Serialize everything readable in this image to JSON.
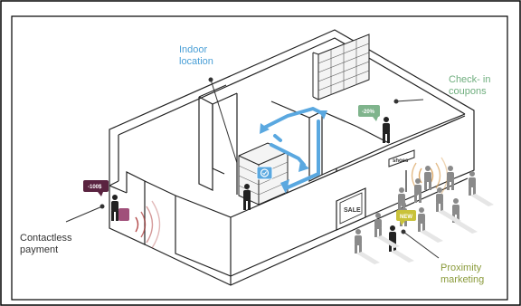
{
  "labels": {
    "indoor_location": "Indoor\nlocation",
    "checkin_coupons": "Check- in\ncoupons",
    "contactless_payment": "Contactless\npayment",
    "proximity_marketing": "Proximity\nmarketing"
  },
  "tags": {
    "payment": "-100$",
    "coupon": "-20%",
    "new": "NEW"
  },
  "signs": {
    "sale": "SALE",
    "shoes": "shoes"
  },
  "colors": {
    "indoor_label": "#4a9fd6",
    "checkin_label": "#6fae7e",
    "payment_label": "#333333",
    "proximity_label": "#8a9a3a",
    "arrow_blue": "#5aa8e0",
    "payment_tag": "#5a2340",
    "coupon_tag": "#7fb48c",
    "new_tag": "#c9c23a",
    "wall_stroke": "#222222"
  }
}
